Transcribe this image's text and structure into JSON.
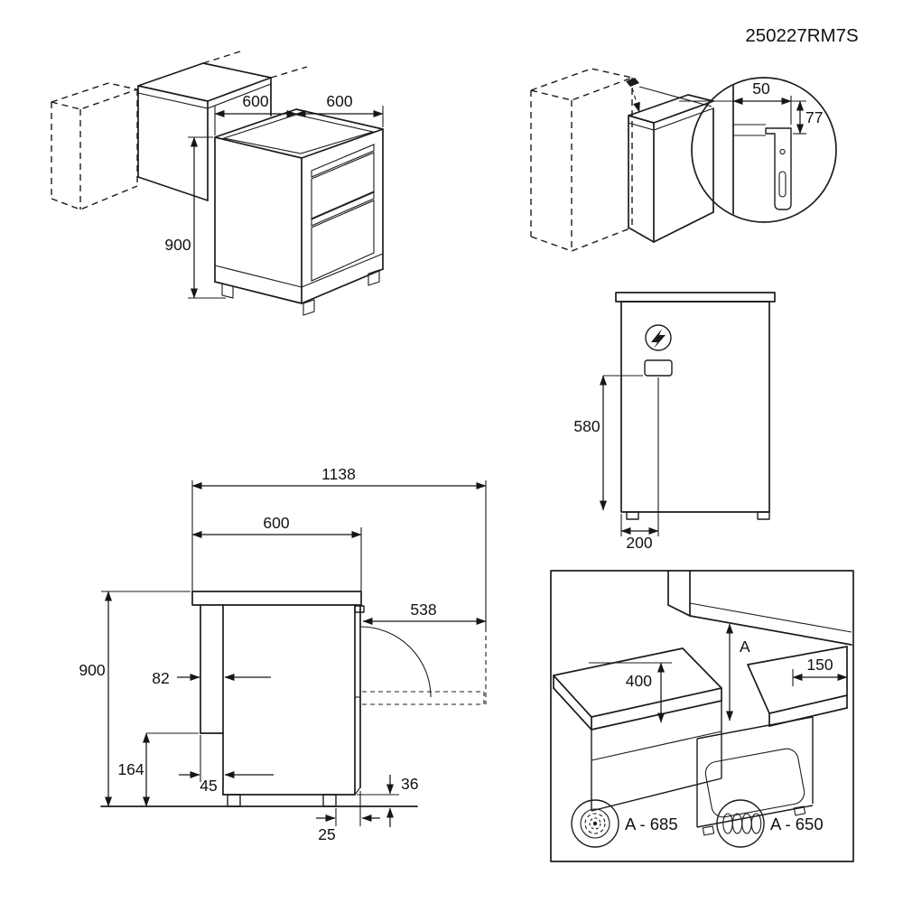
{
  "doc_code": "250227RM7S",
  "iso_view": {
    "dim_width": "600",
    "dim_depth": "600",
    "dim_height": "900"
  },
  "bracket_detail": {
    "dim_bracket_offset": "50",
    "dim_bracket_height": "77"
  },
  "rear_view": {
    "dim_connection_height": "580",
    "dim_connection_offset": "200"
  },
  "side_view": {
    "dim_depth_door_open_total": "1138",
    "dim_depth": "600",
    "dim_door_open": "538",
    "dim_height": "900",
    "dim_rear_spacer": "82",
    "dim_recess_height": "164",
    "dim_recess_depth": "45",
    "dim_base_height": "36",
    "dim_foot_offset": "25"
  },
  "niche_view": {
    "dim_min_hood_clearance": "400",
    "clearance_label": "A",
    "dim_side_clearance": "150",
    "hob_types": [
      {
        "icon": "radiant-hob-icon",
        "label": "A - 685"
      },
      {
        "icon": "induction-hob-icon",
        "label": "A - 650"
      }
    ]
  }
}
